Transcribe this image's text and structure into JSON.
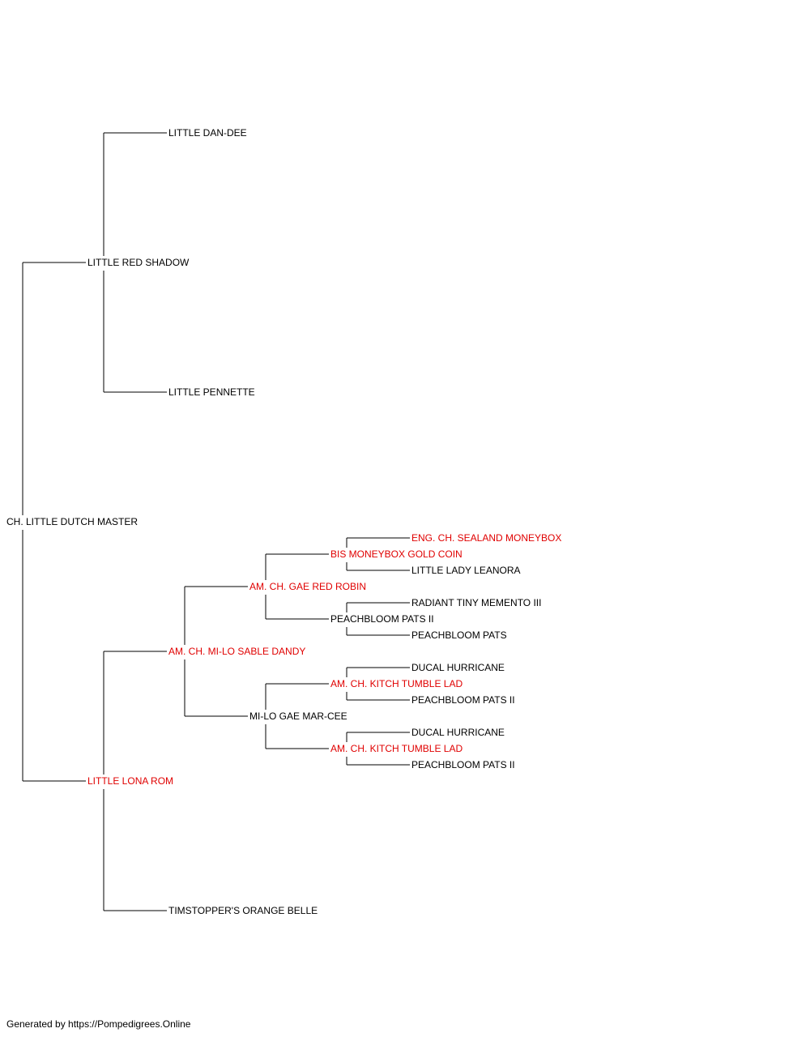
{
  "colors": {
    "line": "#000000",
    "text": "#000000",
    "champion": "#e00000"
  },
  "pedigree": {
    "name": "CH. LITTLE DUTCH MASTER",
    "champion": false,
    "sire": {
      "name": "LITTLE RED SHADOW",
      "champion": false,
      "sire": {
        "name": "LITTLE DAN-DEE",
        "champion": false
      },
      "dam": {
        "name": "LITTLE PENNETTE",
        "champion": false
      }
    },
    "dam": {
      "name": "LITTLE LONA ROM",
      "champion": true,
      "sire": {
        "name": "AM. CH. MI-LO SABLE DANDY",
        "champion": true,
        "sire": {
          "name": "AM. CH. GAE RED ROBIN",
          "champion": true,
          "sire": {
            "name": "BIS MONEYBOX GOLD COIN",
            "champion": true,
            "sire": {
              "name": "ENG. CH. SEALAND MONEYBOX",
              "champion": true
            },
            "dam": {
              "name": "LITTLE LADY LEANORA",
              "champion": false
            }
          },
          "dam": {
            "name": "PEACHBLOOM PATS II",
            "champion": false,
            "sire": {
              "name": "RADIANT TINY MEMENTO III",
              "champion": false
            },
            "dam": {
              "name": "PEACHBLOOM PATS",
              "champion": false
            }
          }
        },
        "dam": {
          "name": "MI-LO GAE MAR-CEE",
          "champion": false,
          "sire": {
            "name": "AM. CH. KITCH TUMBLE LAD",
            "champion": true,
            "sire": {
              "name": "DUCAL HURRICANE",
              "champion": false
            },
            "dam": {
              "name": "PEACHBLOOM PATS II",
              "champion": false
            }
          },
          "dam": {
            "name": "AM. CH. KITCH TUMBLE LAD",
            "champion": true,
            "sire": {
              "name": "DUCAL HURRICANE",
              "champion": false
            },
            "dam": {
              "name": "PEACHBLOOM PATS II",
              "champion": false
            }
          }
        }
      },
      "dam": {
        "name": "TIMSTOPPER'S ORANGE BELLE",
        "champion": false
      }
    }
  },
  "footer": "Generated by https://Pompedigrees.Online"
}
